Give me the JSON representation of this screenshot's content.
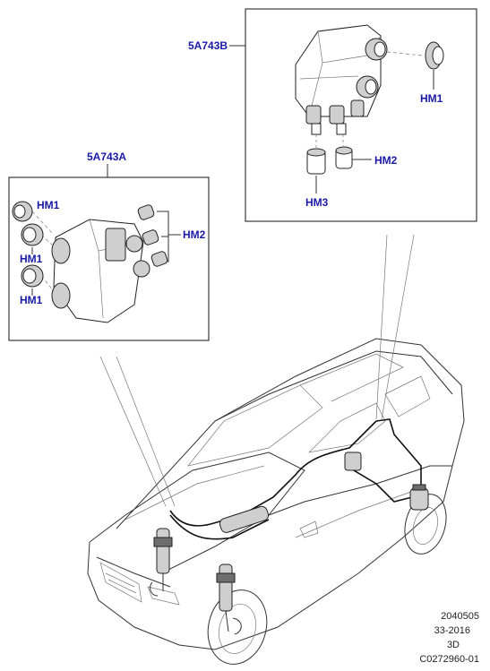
{
  "callouts": {
    "assembly_b": "5A743B",
    "assembly_a": "5A743A",
    "b_hm1": "HM1",
    "b_hm2": "HM2",
    "b_hm3": "HM3",
    "a_hm1_top": "HM1",
    "a_hm1_mid": "HM1",
    "a_hm1_bot": "HM1",
    "a_hm2": "HM2"
  },
  "reference": {
    "code": "2040505",
    "date": "33-2016",
    "view": "3D",
    "illustration_id": "C0272960-01"
  },
  "colors": {
    "callout": "#1a1aa8",
    "line": "#222222",
    "background": "#ffffff"
  }
}
